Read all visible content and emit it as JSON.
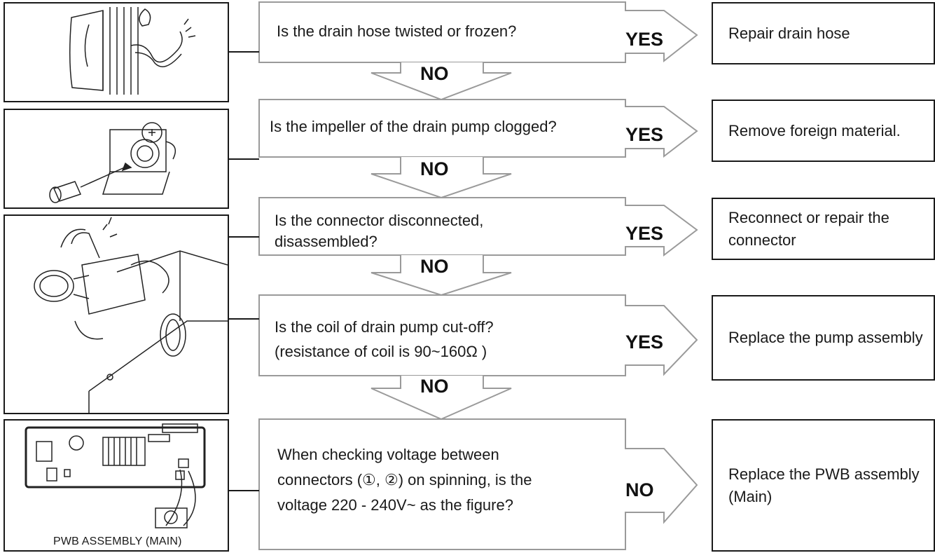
{
  "steps": [
    {
      "question": "Is the drain hose twisted or frozen?",
      "branch": "YES",
      "action": "Repair drain hose",
      "next": "NO",
      "image": "drain-hose-illustration"
    },
    {
      "question": "Is the impeller of the drain pump clogged?",
      "branch": "YES",
      "action": "Remove foreign material.",
      "next": "NO",
      "image": "drain-pump-filter-illustration"
    },
    {
      "question": "Is the connector disconnected, disassembled?",
      "branch": "YES",
      "action": "Reconnect or repair the connector",
      "next": "NO",
      "image": "pump-connector-illustration"
    },
    {
      "question": "Is the coil of drain pump cut-off? (resistance of coil is 90~160Ω )",
      "branch": "YES",
      "action": "Replace the pump assembly",
      "next": "NO",
      "image": "drain-pump-assembly-illustration"
    },
    {
      "question": "When checking voltage between connectors (①, ②) on spinning, is the voltage 220 - 240V~ as the figure?",
      "branch": "NO",
      "action": "Replace the PWB assembly (Main)",
      "image": "pwb-board-illustration"
    }
  ],
  "texts": {
    "q1": "Is the drain hose twisted or frozen?",
    "q2": "Is the impeller of the drain pump clogged?",
    "q3a": "Is the connector disconnected,",
    "q3b": "disassembled?",
    "q4a": "Is the coil of drain pump cut-off?",
    "q4b": "(resistance of coil is 90~160Ω )",
    "q5a": "When checking voltage between",
    "q5b": "connectors (①, ②) on spinning, is the",
    "q5c": "voltage 220 - 240V~ as the figure?",
    "a1": "Repair drain hose",
    "a2": "Remove foreign material.",
    "a3": "Reconnect or repair the connector",
    "a4": "Replace the pump assembly",
    "a5": "Replace the PWB assembly (Main)",
    "yes": "YES",
    "no": "NO",
    "pwb_caption": "PWB ASSEMBLY (MAIN)"
  },
  "colors": {
    "arrow_stroke": "#9a9a9a",
    "box_stroke": "#1a1a1a",
    "question_stroke": "#9a9a9a"
  }
}
